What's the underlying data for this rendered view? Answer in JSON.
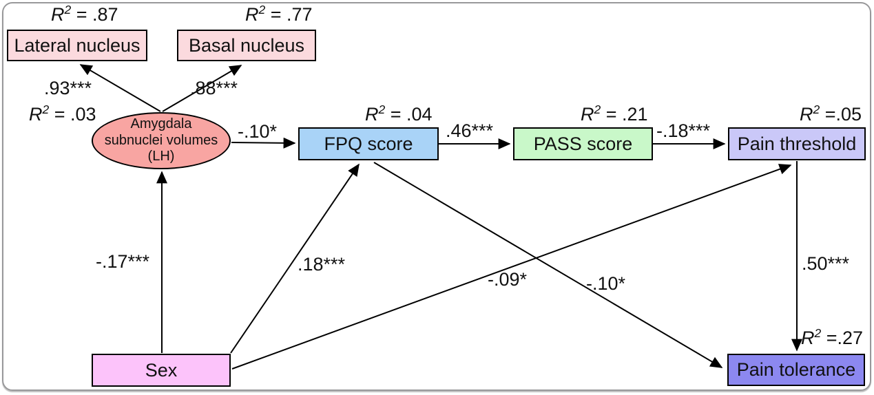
{
  "diagram": {
    "type": "structural-equation-path-model",
    "r2_symbol": "R",
    "r2_sup": "2",
    "line_color": "#000000"
  },
  "nodes": {
    "lateral_nucleus": {
      "label": "Lateral nucleus",
      "r2": " = .87",
      "fill": "#fbdade",
      "shape": "rect"
    },
    "basal_nucleus": {
      "label": "Basal nucleus",
      "r2": " = .77",
      "fill": "#fbdade",
      "shape": "rect"
    },
    "amygdala": {
      "label_line1": "Amygdala",
      "label_line2": "subnuclei volumes",
      "label_line3": "(LH)",
      "r2": " = .03",
      "fill": "#f8a5a2",
      "shape": "ellipse"
    },
    "fpq": {
      "label": "FPQ score",
      "r2": " = .04",
      "fill": "#a9d3f7",
      "shape": "rect"
    },
    "pass": {
      "label": "PASS score",
      "r2": " = .21",
      "fill": "#c9f8c9",
      "shape": "rect"
    },
    "pain_threshold": {
      "label": "Pain threshold",
      "r2": " =.05",
      "fill": "#cac8f8",
      "shape": "rect"
    },
    "pain_tolerance": {
      "label": "Pain tolerance",
      "r2": " =.27",
      "fill": "#8c88f0",
      "shape": "rect"
    },
    "sex": {
      "label": "Sex",
      "fill": "#fcc3fa",
      "shape": "rect"
    }
  },
  "edges": {
    "amygdala_to_lateral": ".93***",
    "amygdala_to_basal": ".88***",
    "amygdala_to_fpq": "-.10*",
    "fpq_to_pass": ".46***",
    "pass_to_pain_threshold": "-.18***",
    "pain_threshold_to_pain_tolerance": ".50***",
    "sex_to_amygdala": "-.17***",
    "sex_to_fpq": ".18***",
    "sex_to_pain_threshold": "-.09*",
    "fpq_to_pain_tolerance": "-.10*"
  }
}
